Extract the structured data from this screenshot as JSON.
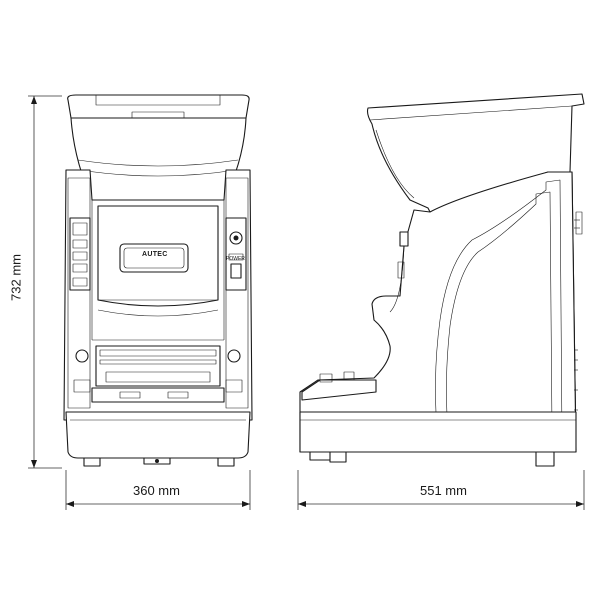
{
  "diagram": {
    "dimensions": {
      "height": "732 mm",
      "width": "360 mm",
      "depth": "551 mm"
    },
    "brand_logo": "AUTEC",
    "panel_labels": {
      "power": "POWER"
    }
  }
}
